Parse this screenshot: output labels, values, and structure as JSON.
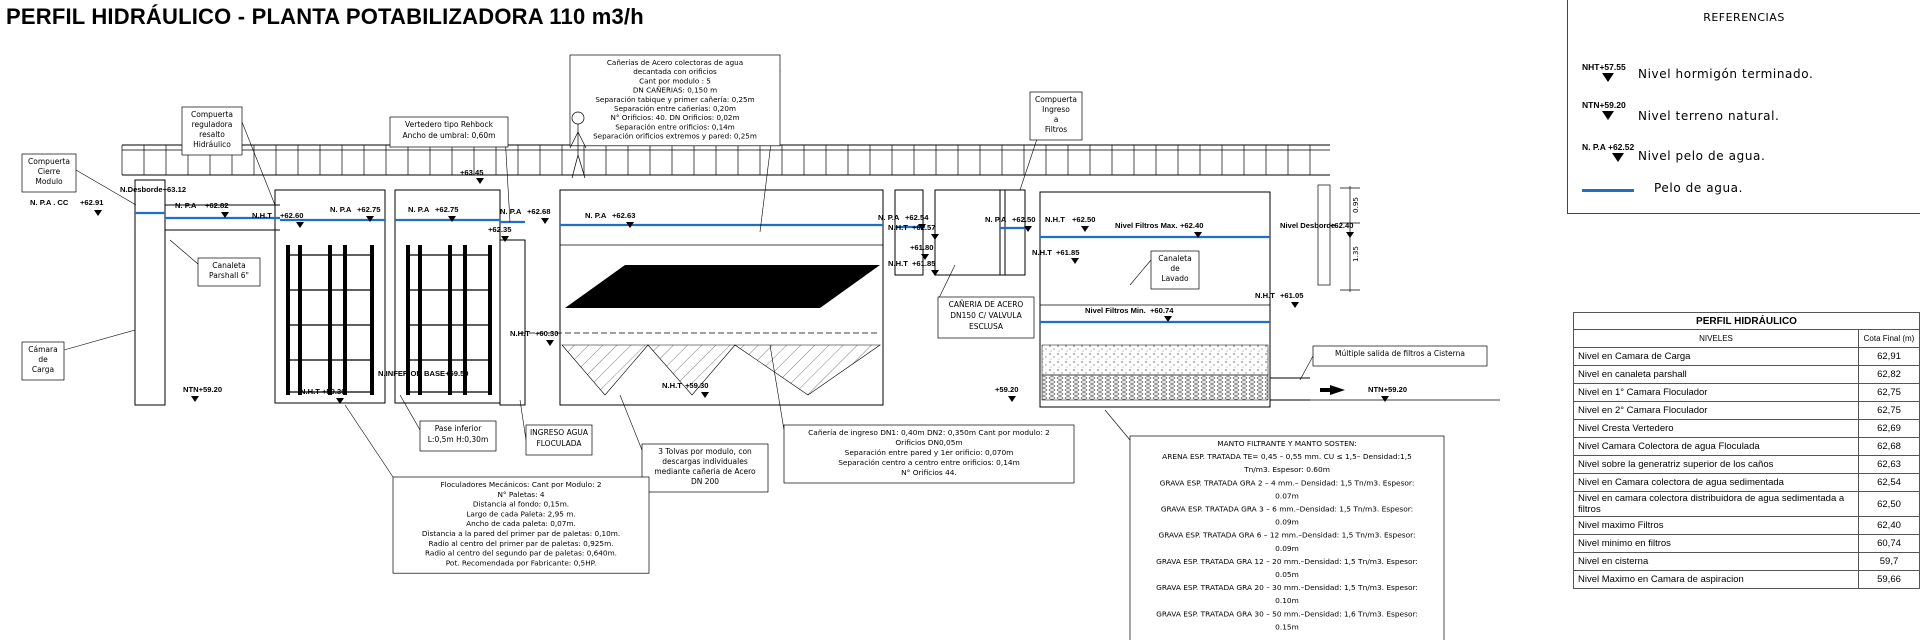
{
  "title": "PERFIL HIDRÁULICO - PLANTA POTABILIZADORA 110 m3/h",
  "references": {
    "title": "REFERENCIAS",
    "items": [
      {
        "code": "NHT+57.55",
        "desc": "Nivel hormigón terminado."
      },
      {
        "code": "NTN+59.20",
        "desc": "Nivel terreno natural."
      },
      {
        "code": "N. P.A  +62.52",
        "desc": "Nivel pelo de agua."
      },
      {
        "code": "",
        "desc": "Pelo de agua."
      }
    ]
  },
  "table": {
    "caption": "PERFIL HIDRÁULICO",
    "headers": [
      "NIVELES",
      "Cota Final (m)"
    ],
    "rows": [
      [
        "Nivel en Camara de Carga",
        "62,91"
      ],
      [
        "Nivel en canaleta parshall",
        "62,82"
      ],
      [
        "Nivel en 1° Camara Floculador",
        "62,75"
      ],
      [
        "Nivel en 2° Camara Floculador",
        "62,75"
      ],
      [
        "Nivel Cresta Vertedero",
        "62,69"
      ],
      [
        "Nivel Camara Colectora de agua Floculada",
        "62,68"
      ],
      [
        "Nivel sobre la generatriz superior de los caños",
        "62,63"
      ],
      [
        "Nivel en Camara colectora de agua sedimentada",
        "62,54"
      ],
      [
        "Nivel en camara colectora distribuidora de agua sedimentada a filtros",
        "62,50"
      ],
      [
        "Nivel maximo Filtros",
        "62,40"
      ],
      [
        "Nivel minimo en filtros",
        "60,74"
      ],
      [
        "Nivel en cisterna",
        "59,7"
      ],
      [
        "Nivel Maximo en Camara de aspiracion",
        "59,66"
      ]
    ]
  },
  "levels": {
    "npa_cc": "N. P.A . CC",
    "npa_cc_v": "+62.91",
    "ndesborde1": "N.Desborde+63.12",
    "npa1": "N. P.A",
    "npa1_v": "+62.82",
    "nht1": "N.H.T",
    "nht1_v": "+62.60",
    "npa2": "N. P.A",
    "npa2_v": "+62.75",
    "npa3": "N. P.A",
    "npa3_v": "+62.75",
    "nht2_v": "+63.45",
    "npa4": "N. P.A",
    "npa4_v": "+62.68",
    "v6235": "+62.35",
    "npa5": "N. P.A",
    "npa5_v": "+62.63",
    "npa6": "N. P.A",
    "npa6_v": "+62.54",
    "nht3": "N.H.T",
    "nht3_v": "+62.57",
    "v6180": "+61.80",
    "nht4": "N.H.T",
    "nht4_v": "+61.85",
    "npa7": "N. P.A",
    "npa7_v": "+62.50",
    "nht5": "N.H.T",
    "nht5_v": "+62.50",
    "nht6": "N.H.T",
    "nht6_v": "+61.85",
    "nfmax": "Nivel Filtros Max.",
    "nfmax_v": "+62.40",
    "ndesborde2": "Nivel Desborde",
    "ndesborde2_v": "+62.40",
    "nht7": "N.H.T",
    "nht7_v": "+61.05",
    "nfmin": "Nivel Filtros Min.",
    "nfmin_v": "+60.74",
    "nht8": "N.H.T",
    "nht8_v": "+60.30",
    "ntn1": "NTN+59.20",
    "nht9": "N.H.T",
    "nht9_v": "+59.30",
    "nhtfloc": "N.H.T",
    "nhtfloc_v": "+59.30",
    "ninferior": "N.INFERIOR BASE+59.50",
    "v5920": "+59.20",
    "ntn2": "NTN+59.20",
    "dim1": "0.95",
    "dim2": "1.35"
  },
  "labels": {
    "compuerta_cierre": [
      "Compuerta",
      "Cierre",
      "Modulo"
    ],
    "compuerta_reguladora": [
      "Compuerta",
      "reguladora",
      "resalto",
      "Hidráulico"
    ],
    "vertedero": [
      "Vertedero tipo Rehbock",
      "Ancho de umbral: 0,60m"
    ],
    "canerias_acero": [
      "Cañerías de Acero colectoras de agua",
      "decantada con orificios",
      "Cant por modulo : 5",
      "DN CAÑERIAS: 0,150 m",
      "Separación tabique y primer cañería: 0,25m",
      "Separación entre cañerías: 0,20m",
      "N° Orificios: 40. DN Orificios: 0,02m",
      "Separación entre orificios: 0,14m",
      "Separación orificios extremos y pared: 0,25m"
    ],
    "compuerta_ingreso": [
      "Compuerta",
      "Ingreso",
      "a",
      "Filtros"
    ],
    "canaleta_parshall": [
      "Canaleta",
      "Parshall 6\""
    ],
    "camara_carga": [
      "Cámara",
      "de",
      "Carga"
    ],
    "pase_inferior": [
      "Pase inferior",
      "L:0,5m H:0,30m"
    ],
    "ingreso_agua": [
      "INGRESO AGUA",
      "FLOCULADA"
    ],
    "tolvas": [
      "3 Tolvas por modulo, con",
      "descargas individuales",
      "mediante cañeria de Acero",
      "DN 200"
    ],
    "floculadores": [
      "Floculadores Mecánicos: Cant por Modulo: 2",
      "N° Paletas: 4",
      "Distancia al fondo: 0,15m.",
      "Largo de cada Paleta: 2,95 m.",
      "Ancho de cada paleta: 0,07m.",
      "Distancia a la pared del primer par de paletas: 0,10m.",
      "Radio al centro del primer par de paletas: 0,925m.",
      "Radio al centro del segundo par de paletas: 0,640m.",
      "Pot. Recomendada por Fabricante: 0,5HP."
    ],
    "caneria_ingreso": [
      "Cañería de ingreso  DN1: 0,40m DN2: 0,350m Cant por modulo: 2",
      "Orificios DN0,05m",
      "Separación entre pared y 1er orificio: 0,070m",
      "Separación centro a centro entre orificios: 0,14m",
      "N° Orificios 44."
    ],
    "caneria_valvula": [
      "CAÑERIA DE ACERO",
      "DN150 C/ VALVULA",
      "ESCLUSA"
    ],
    "canaleta_lavado": [
      "Canaleta",
      "de",
      "Lavado"
    ],
    "multiple_salida": "Múltiple salida de filtros a Cisterna",
    "manto": [
      "MANTO FILTRANTE  Y  MANTO SOSTEN:",
      "ARENA ESP. TRATADA TE= 0,45 – 0,55 mm. CU ≤ 1,5– Densidad:1,5",
      "Tn/m3. Espesor: 0.60m",
      "GRAVA ESP. TRATADA GRA 2 – 4 mm.– Densidad: 1,5 Tn/m3. Espesor:",
      "0.07m",
      "GRAVA ESP. TRATADA GRA 3 – 6 mm.–Densidad: 1,5 Tn/m3. Espesor:",
      "0.09m",
      "GRAVA ESP. TRATADA GRA 6 – 12 mm.–Densidad: 1,5 Tn/m3. Espesor:",
      "0.09m",
      "GRAVA ESP. TRATADA GRA 12 – 20 mm.–Densidad: 1,5 Tn/m3. Espesor:",
      "0.05m",
      "GRAVA ESP. TRATADA GRA 20 – 30 mm.–Densidad: 1,5 Tn/m3. Espesor:",
      "0.10m",
      "GRAVA ESP. TRATADA GRA 30 – 50 mm.–Densidad: 1,6 Tn/m3. Espesor:",
      "0.15m"
    ]
  },
  "colors": {
    "water": "#1f6fc6"
  }
}
